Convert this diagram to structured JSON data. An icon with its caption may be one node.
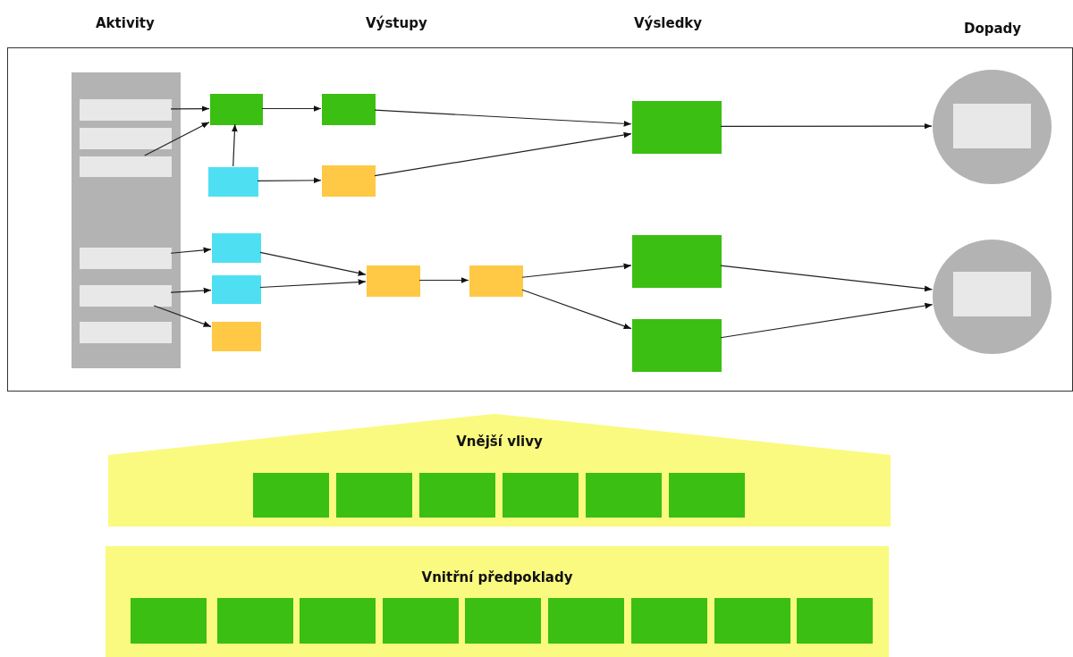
{
  "diagram": {
    "nodes": [
      {
        "text": [],
        "shape": "box"
      },
      {
        "text": [],
        "shape": "bar",
        "in": 0
      },
      {
        "text": [],
        "shape": "box",
        "in": 1
      },
      {
        "text": [],
        "shape": "box",
        "in": 1
      },
      {
        "text": [],
        "shape": "box",
        "in": 1
      },
      {
        "text": [],
        "shape": "box",
        "in": 1
      },
      {
        "text": [],
        "shape": "box",
        "in": 1
      },
      {
        "text": [],
        "shape": "box",
        "in": 1
      },
      {
        "text": [],
        "shape": "box",
        "in": 0
      },
      {
        "text": [],
        "shape": "box",
        "in": 0
      },
      {
        "text": [],
        "shape": "box",
        "in": 0
      },
      {
        "text": [],
        "shape": "box",
        "in": 0
      },
      {
        "text": [],
        "shape": "box",
        "in": 0
      },
      {
        "text": [],
        "shape": "circle",
        "in": 0
      },
      {
        "text": [],
        "shape": "box",
        "in": 13
      },
      {
        "text": [],
        "shape": "box",
        "in": 0
      },
      {
        "text": [],
        "shape": "box",
        "in": 0
      },
      {
        "text": [],
        "shape": "box",
        "in": 0
      },
      {
        "text": [],
        "shape": "box",
        "in": 0
      },
      {
        "text": [],
        "shape": "box",
        "in": 0
      },
      {
        "text": [],
        "shape": "box",
        "in": 0
      },
      {
        "text": [],
        "shape": "box",
        "in": 0
      },
      {
        "text": [],
        "shape": "circle",
        "in": 0
      },
      {
        "text": [],
        "shape": "box",
        "in": 22
      },
      {
        "text": [
          "Vnější vlivy"
        ]
      },
      {
        "text": [],
        "shape": "box",
        "in": 24
      },
      {
        "text": [],
        "shape": "box",
        "in": 24
      },
      {
        "text": [],
        "shape": "box",
        "in": 24
      },
      {
        "text": [],
        "shape": "box",
        "in": 24
      },
      {
        "text": [],
        "shape": "box",
        "in": 24
      },
      {
        "text": [],
        "shape": "box",
        "in": 24
      },
      {
        "text": [
          "Vnitřní předpoklady"
        ]
      },
      {
        "text": [],
        "shape": "box",
        "in": 31
      },
      {
        "text": [],
        "shape": "box",
        "in": 31
      },
      {
        "text": [],
        "shape": "box",
        "in": 31
      },
      {
        "text": [],
        "shape": "box",
        "in": 31
      },
      {
        "text": [],
        "shape": "box",
        "in": 31
      },
      {
        "text": [],
        "shape": "box",
        "in": 31
      },
      {
        "text": [],
        "shape": "box",
        "in": 31
      },
      {
        "text": [],
        "shape": "box",
        "in": 31
      },
      {
        "text": [],
        "shape": "box",
        "in": 31
      }
    ],
    "edges": [
      {
        "from": 2,
        "to": 8,
        "arrow": "to"
      },
      {
        "from": 4,
        "to": 8,
        "arrow": "to"
      },
      {
        "from": 10,
        "to": 8,
        "arrow": "to"
      },
      {
        "from": 10,
        "to": 11,
        "arrow": "to"
      },
      {
        "from": 8,
        "to": 9,
        "arrow": "to"
      },
      {
        "from": 9,
        "to": 12,
        "arrow": "to"
      },
      {
        "from": 11,
        "to": 12,
        "arrow": "to"
      },
      {
        "from": 12,
        "to": 13,
        "arrow": "to"
      },
      {
        "from": 5,
        "to": 15,
        "arrow": "to"
      },
      {
        "from": 6,
        "to": 16,
        "arrow": "to"
      },
      {
        "from": 6,
        "to": 17,
        "arrow": "to"
      },
      {
        "from": 15,
        "to": 18,
        "arrow": "to"
      },
      {
        "from": 16,
        "to": 18,
        "arrow": "to"
      },
      {
        "from": 18,
        "to": 19,
        "arrow": "to"
      },
      {
        "from": 19,
        "to": 20,
        "arrow": "to"
      },
      {
        "from": 19,
        "to": 21,
        "arrow": "to"
      },
      {
        "from": 20,
        "to": 22,
        "arrow": "to"
      },
      {
        "from": 21,
        "to": 22,
        "arrow": "to"
      }
    ],
    "labels": [
      "Aktivity",
      "Výstupy",
      "Výsledky",
      "Dopady"
    ]
  }
}
